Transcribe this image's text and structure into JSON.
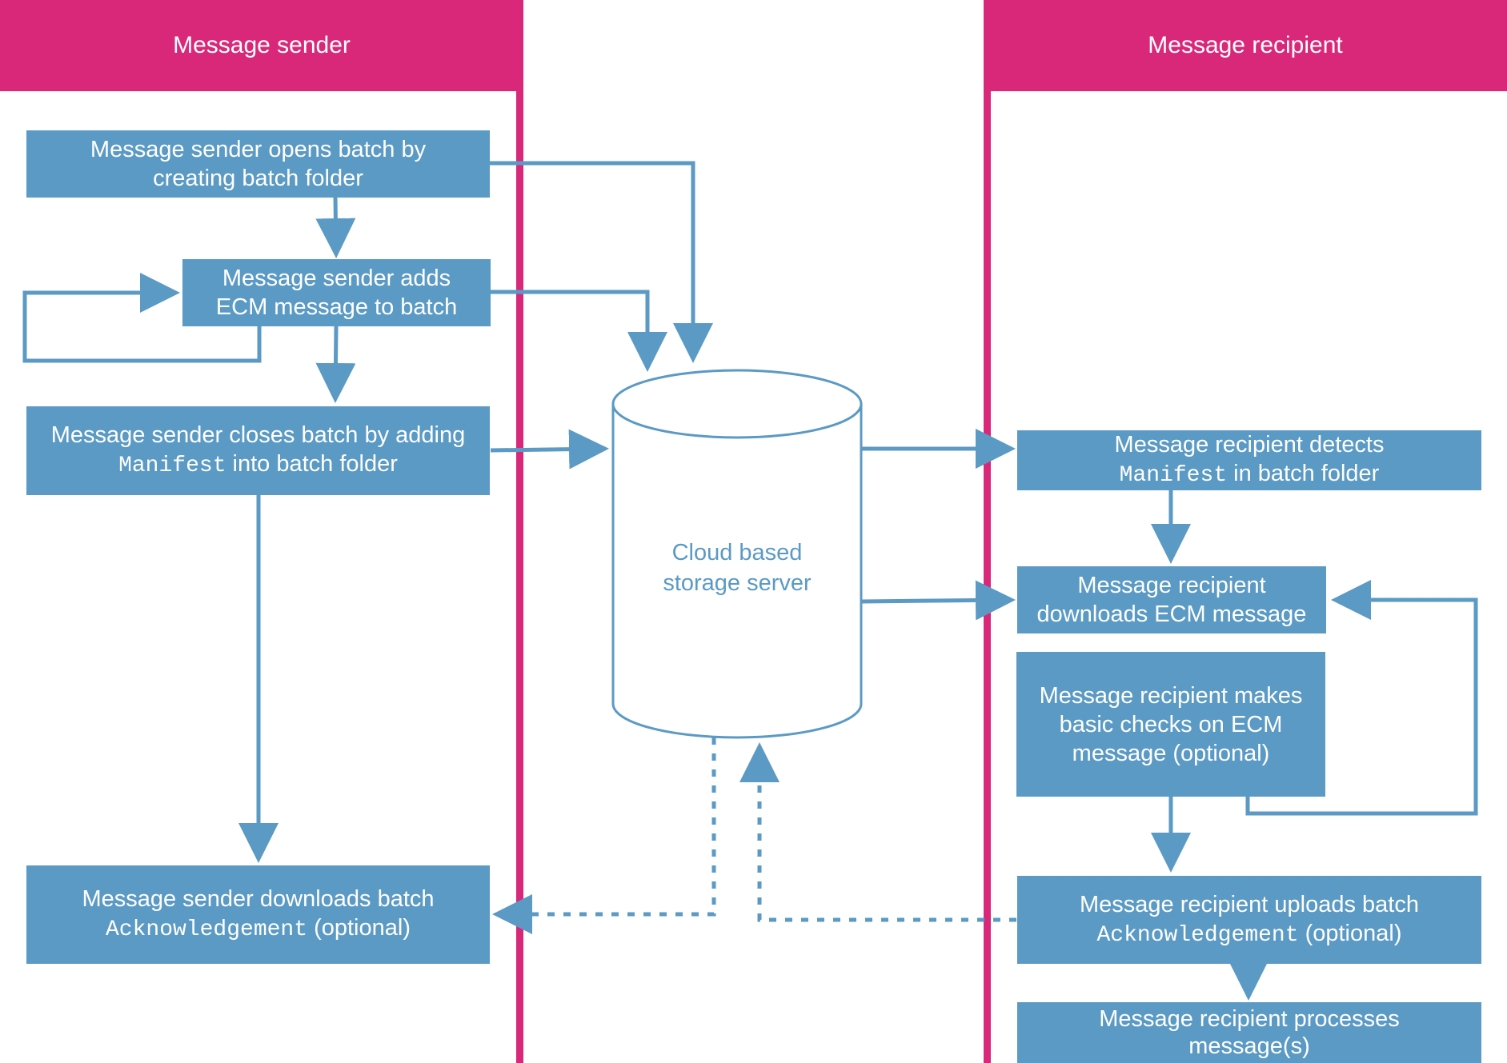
{
  "lanes": {
    "sender": "Message sender",
    "recipient": "Message recipient"
  },
  "storage": {
    "line1": "Cloud based",
    "line2": "storage server"
  },
  "sender_steps": {
    "open": {
      "line1": "Message sender opens batch by",
      "line2": "creating batch folder"
    },
    "add": {
      "line1": "Message sender adds",
      "line2": "ECM message to batch"
    },
    "close": {
      "line1": "Message sender closes batch by adding",
      "code": "Manifest",
      "line2_rest": " into batch folder"
    },
    "download_ack": {
      "line1": "Message sender downloads batch",
      "code": "Acknowledgement",
      "line2_rest": " (optional)"
    }
  },
  "recipient_steps": {
    "detect": {
      "line1": "Message recipient detects",
      "code": "Manifest",
      "line2_rest": " in batch folder"
    },
    "download": {
      "line1": "Message recipient",
      "line2": "downloads ECM message"
    },
    "check": {
      "line1": "Message recipient makes",
      "line2": "basic checks on ECM",
      "line3": "message (optional)"
    },
    "upload_ack": {
      "line1": "Message recipient uploads batch",
      "code": "Acknowledgement",
      "line2_rest": " (optional)"
    },
    "process": {
      "line1": "Message recipient processes",
      "line2": "message(s)"
    }
  },
  "colors": {
    "lane": "#d9287a",
    "box": "#5b9ac4",
    "arrow": "#5b9ac4"
  }
}
